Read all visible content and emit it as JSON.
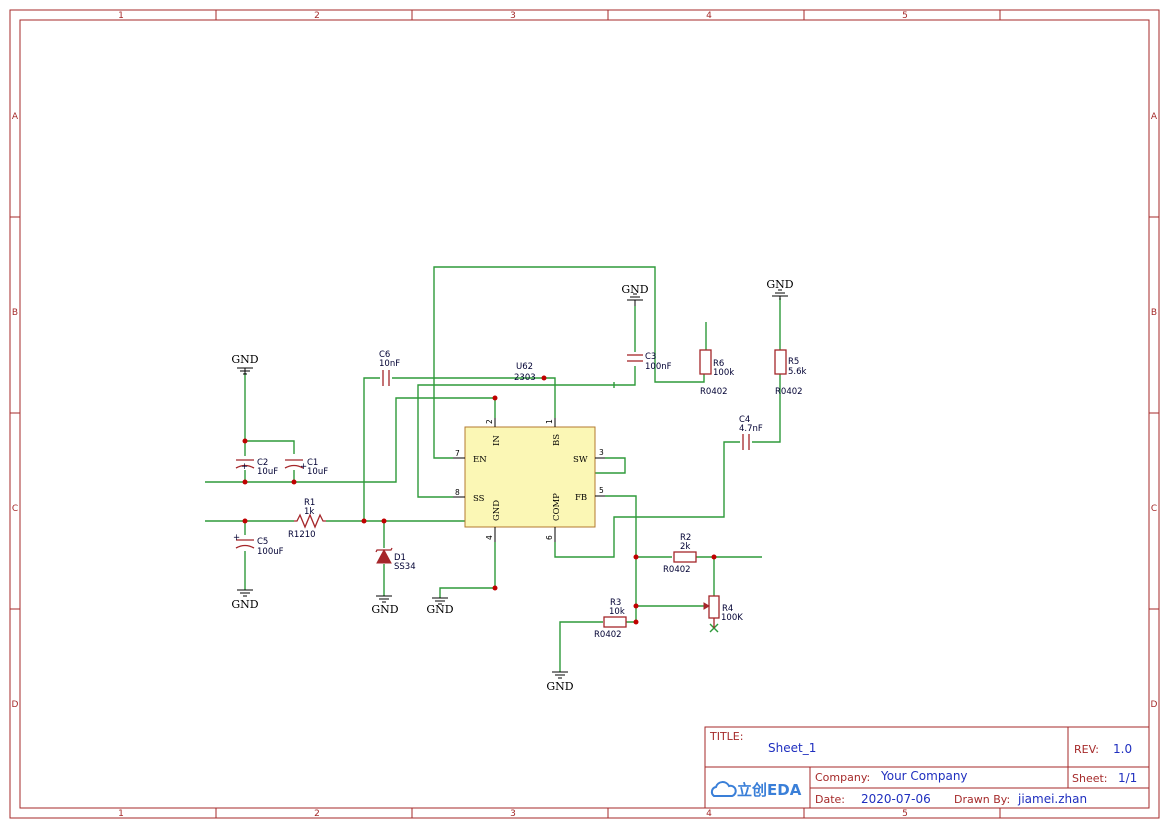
{
  "frame": {
    "columns": [
      "1",
      "2",
      "3",
      "4",
      "5"
    ],
    "rows": [
      "A",
      "B",
      "C",
      "D"
    ]
  },
  "title_block": {
    "title_label": "TITLE:",
    "title_value": "Sheet_1",
    "rev_label": "REV:",
    "rev_value": "1.0",
    "company_label": "Company:",
    "company_value": "Your Company",
    "sheet_label": "Sheet:",
    "sheet_value": "1/1",
    "date_label": "Date:",
    "date_value": "2020-07-06",
    "drawn_label": "Drawn By:",
    "drawn_value": "jiamei.zhan",
    "logo_text": "立创EDA",
    "logo_icon": "cloud-icon"
  },
  "ic": {
    "designator": "U62",
    "value": "2303",
    "pins": {
      "in": {
        "name": "IN",
        "num": "2"
      },
      "bs": {
        "name": "BS",
        "num": "1"
      },
      "en": {
        "name": "EN",
        "num": "7"
      },
      "sw": {
        "name": "SW",
        "num": "3"
      },
      "ss": {
        "name": "SS",
        "num": "8"
      },
      "fb": {
        "name": "FB",
        "num": "5"
      },
      "gnd": {
        "name": "GND",
        "num": "4"
      },
      "comp": {
        "name": "COMP",
        "num": "6"
      }
    }
  },
  "components": {
    "c1": {
      "designator": "C1",
      "value": "10uF"
    },
    "c2": {
      "designator": "C2",
      "value": "10uF"
    },
    "c3": {
      "designator": "C3",
      "value": "100nF"
    },
    "c4": {
      "designator": "C4",
      "value": "4.7nF"
    },
    "c5": {
      "designator": "C5",
      "value": "100uF"
    },
    "c6": {
      "designator": "C6",
      "value": "10nF"
    },
    "r1": {
      "designator": "R1",
      "value": "1k",
      "footprint": "R1210"
    },
    "r2": {
      "designator": "R2",
      "value": "2k",
      "footprint": "R0402"
    },
    "r3": {
      "designator": "R3",
      "value": "10k",
      "footprint": "R0402"
    },
    "r4": {
      "designator": "R4",
      "value": "100K"
    },
    "r5": {
      "designator": "R5",
      "value": "5.6k",
      "footprint": "R0402"
    },
    "r6": {
      "designator": "R6",
      "value": "100k",
      "footprint": "R0402"
    },
    "d1": {
      "designator": "D1",
      "value": "SS34"
    }
  },
  "gnd_label": "GND",
  "polarity_mark": "+"
}
